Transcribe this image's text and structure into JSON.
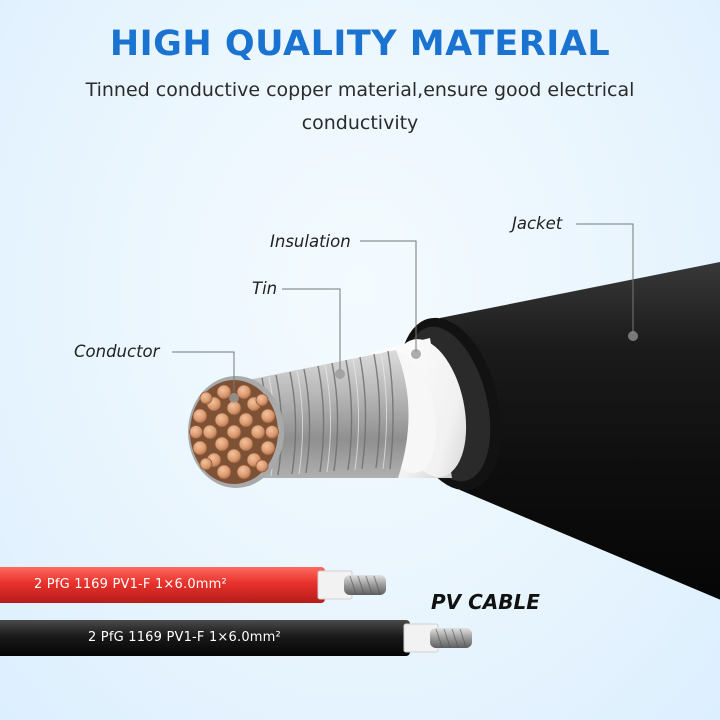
{
  "header": {
    "title": "HIGH QUALITY MATERIAL",
    "subtitle": "Tinned conductive copper material,ensure good electrical conductivity"
  },
  "labels": {
    "insulation": "Insulation",
    "jacket": "Jacket",
    "tin": "Tin",
    "conductor": "Conductor"
  },
  "cables": {
    "red_label": "2 PfG 1169 PV1-F 1×6.0mm²",
    "black_label": "2 PfG 1169 PV1-F 1×6.0mm²",
    "product_name": "PV CABLE"
  },
  "colors": {
    "title_blue": "#1a73d0",
    "jacket_black": "#151515",
    "red_cable": "#e8312c",
    "copper": "#e0a27a"
  }
}
